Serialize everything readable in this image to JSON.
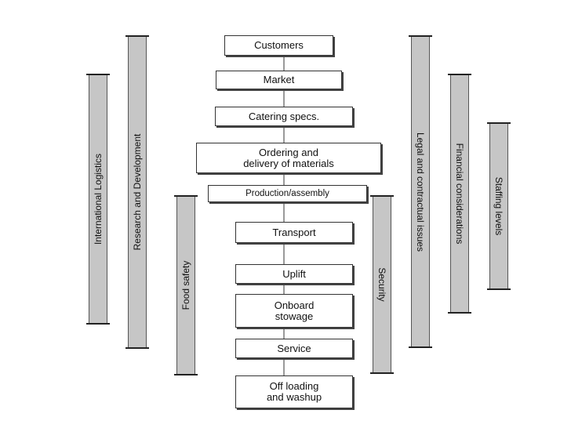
{
  "flow": [
    {
      "text": "Customers"
    },
    {
      "text": "Market"
    },
    {
      "text": "Catering specs."
    },
    {
      "text": "Ordering and\ndelivery of materials"
    },
    {
      "text": "Production/assembly"
    },
    {
      "text": "Transport"
    },
    {
      "text": "Uplift"
    },
    {
      "text": "Onboard\nstowage"
    },
    {
      "text": "Service"
    },
    {
      "text": "Off loading\nand washup"
    }
  ],
  "left_bars": [
    {
      "text": "International  Logistics"
    },
    {
      "text": "Research and Development"
    },
    {
      "text": "Food safety"
    }
  ],
  "right_bars": [
    {
      "text": "Security"
    },
    {
      "text": "Legal and contractual issues"
    },
    {
      "text": "Financial considerations"
    },
    {
      "text": "Staffing levels"
    }
  ]
}
